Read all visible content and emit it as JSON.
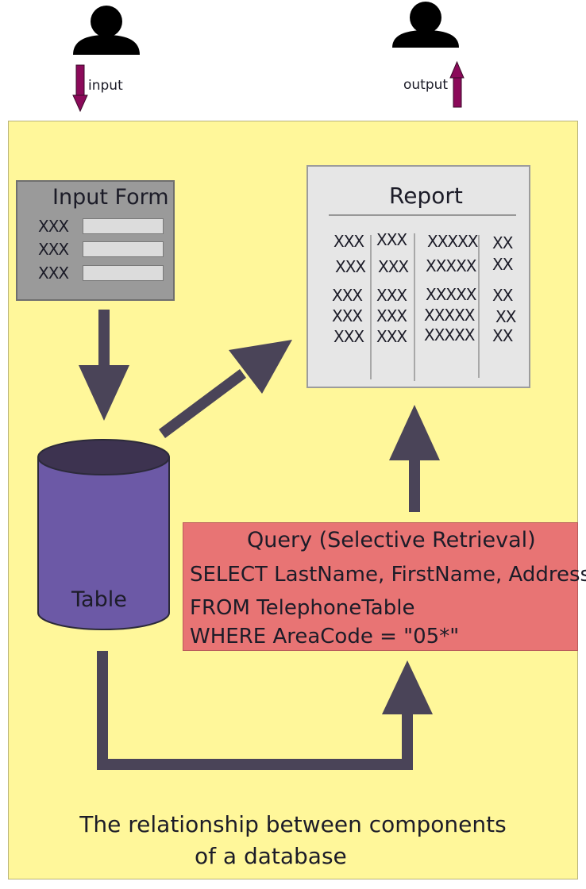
{
  "top": {
    "input_label": "input",
    "output_label": "output"
  },
  "input_form": {
    "title": "Input Form",
    "rows": [
      {
        "label": "XXX"
      },
      {
        "label": "XXX"
      },
      {
        "label": "XXX"
      }
    ]
  },
  "report": {
    "title": "Report",
    "rows": [
      [
        "XXX",
        "XXX",
        "XXXXX",
        "XX"
      ],
      [
        "XXX",
        "XXX",
        "XXXXX",
        "XX"
      ],
      [
        "XXX",
        "XXX",
        "XXXXX",
        "XX"
      ],
      [
        "XXX",
        "XXX",
        "XXXXX",
        "XX"
      ],
      [
        "XXX",
        "XXX",
        "XXXXX",
        "XX"
      ]
    ]
  },
  "table": {
    "label": "Table"
  },
  "query": {
    "title": "Query (Selective Retrieval)",
    "lines": [
      "SELECT LastName, FirstName, Address",
      "FROM TelephoneTable",
      "WHERE AreaCode = \"05*\""
    ]
  },
  "caption": {
    "line1": "The relationship between components",
    "line2": "of a database"
  },
  "colors": {
    "panel": "#fff79a",
    "arrow": "#4a4458",
    "user_arrow": "#8b0a5a",
    "cylinder": "#6c59a6",
    "query_box": "#e87474",
    "report_box": "#e6e6e6",
    "form_box": "#9a9a9a"
  }
}
